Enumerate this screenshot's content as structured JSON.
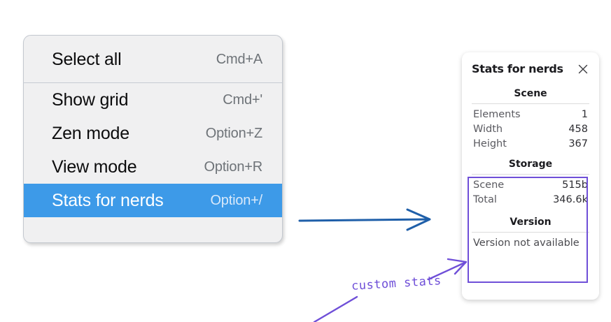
{
  "context_menu": {
    "groups": [
      {
        "items": [
          {
            "label": "Select all",
            "shortcut": "Cmd+A",
            "selected": false
          }
        ]
      },
      {
        "items": [
          {
            "label": "Show grid",
            "shortcut": "Cmd+'",
            "selected": false
          },
          {
            "label": "Zen mode",
            "shortcut": "Option+Z",
            "selected": false
          },
          {
            "label": "View mode",
            "shortcut": "Option+R",
            "selected": false
          },
          {
            "label": "Stats for nerds",
            "shortcut": "Option+/",
            "selected": true
          }
        ]
      }
    ]
  },
  "stats_panel": {
    "title": "Stats for nerds",
    "close_icon": "close-icon",
    "sections": [
      {
        "heading": "Scene",
        "rows": [
          {
            "key": "Elements",
            "value": "1"
          },
          {
            "key": "Width",
            "value": "458"
          },
          {
            "key": "Height",
            "value": "367"
          }
        ]
      },
      {
        "heading": "Storage",
        "rows": [
          {
            "key": "Scene",
            "value": "515b"
          },
          {
            "key": "Total",
            "value": "346.6k"
          }
        ]
      },
      {
        "heading": "Version",
        "text": "Version not available"
      }
    ]
  },
  "annotations": {
    "label": "custom stats",
    "flow_arrow_color": "#1f5fa9",
    "highlight_color": "#6f4fd8"
  }
}
